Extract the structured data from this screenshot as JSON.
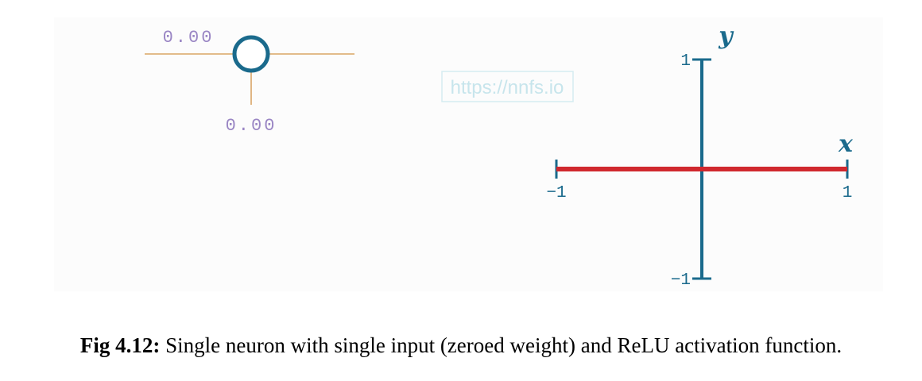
{
  "neuron": {
    "weight_label": "0.00",
    "bias_label": "0.00",
    "colors": {
      "neuron": "#1a6a8c",
      "connection": "#d9a565",
      "label": "#9a86c4"
    }
  },
  "watermark": "https://nnfs.io",
  "chart_data": {
    "type": "line",
    "title": "",
    "xlabel": "x",
    "ylabel": "y",
    "xlim": [
      -1,
      1
    ],
    "ylim": [
      -1,
      1
    ],
    "x_ticks": [
      "−1",
      "1"
    ],
    "y_ticks": [
      "1",
      "−1"
    ],
    "series": [
      {
        "color": "#d0282e",
        "points": [
          [
            -1,
            0
          ],
          [
            1,
            0
          ]
        ]
      }
    ],
    "axis_color": "#1a6a8c"
  },
  "caption": {
    "label": "Fig 4.12:",
    "text": " Single neuron with single input (zeroed weight) and ReLU activation function."
  }
}
